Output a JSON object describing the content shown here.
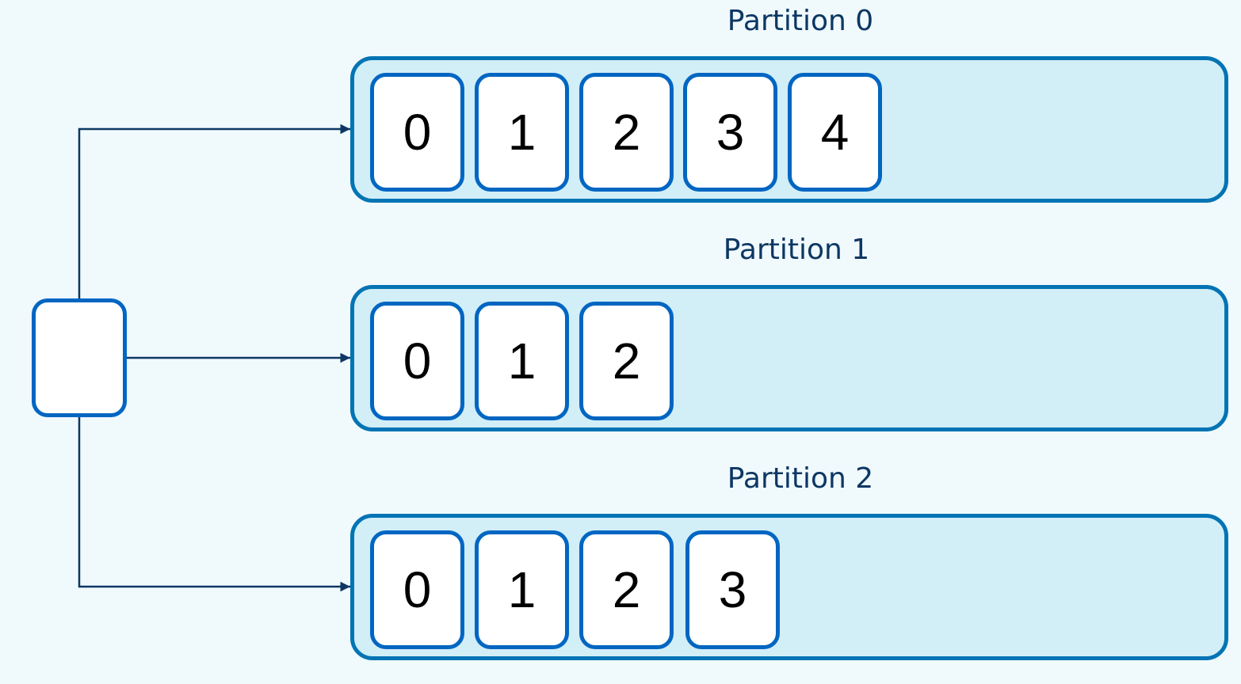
{
  "diagram": {
    "partitions": [
      {
        "label": "Partition 0",
        "records": [
          "0",
          "1",
          "2",
          "3",
          "4"
        ]
      },
      {
        "label": "Partition 1",
        "records": [
          "0",
          "1",
          "2"
        ]
      },
      {
        "label": "Partition 2",
        "records": [
          "0",
          "1",
          "2",
          "3"
        ]
      }
    ],
    "colors": {
      "background": "#f0f9fc",
      "partition_fill": "#d2eef7",
      "partition_border": "#0274b4",
      "record_border": "#0066c2",
      "connector": "#0d3763",
      "label_text": "#0d3763"
    }
  }
}
